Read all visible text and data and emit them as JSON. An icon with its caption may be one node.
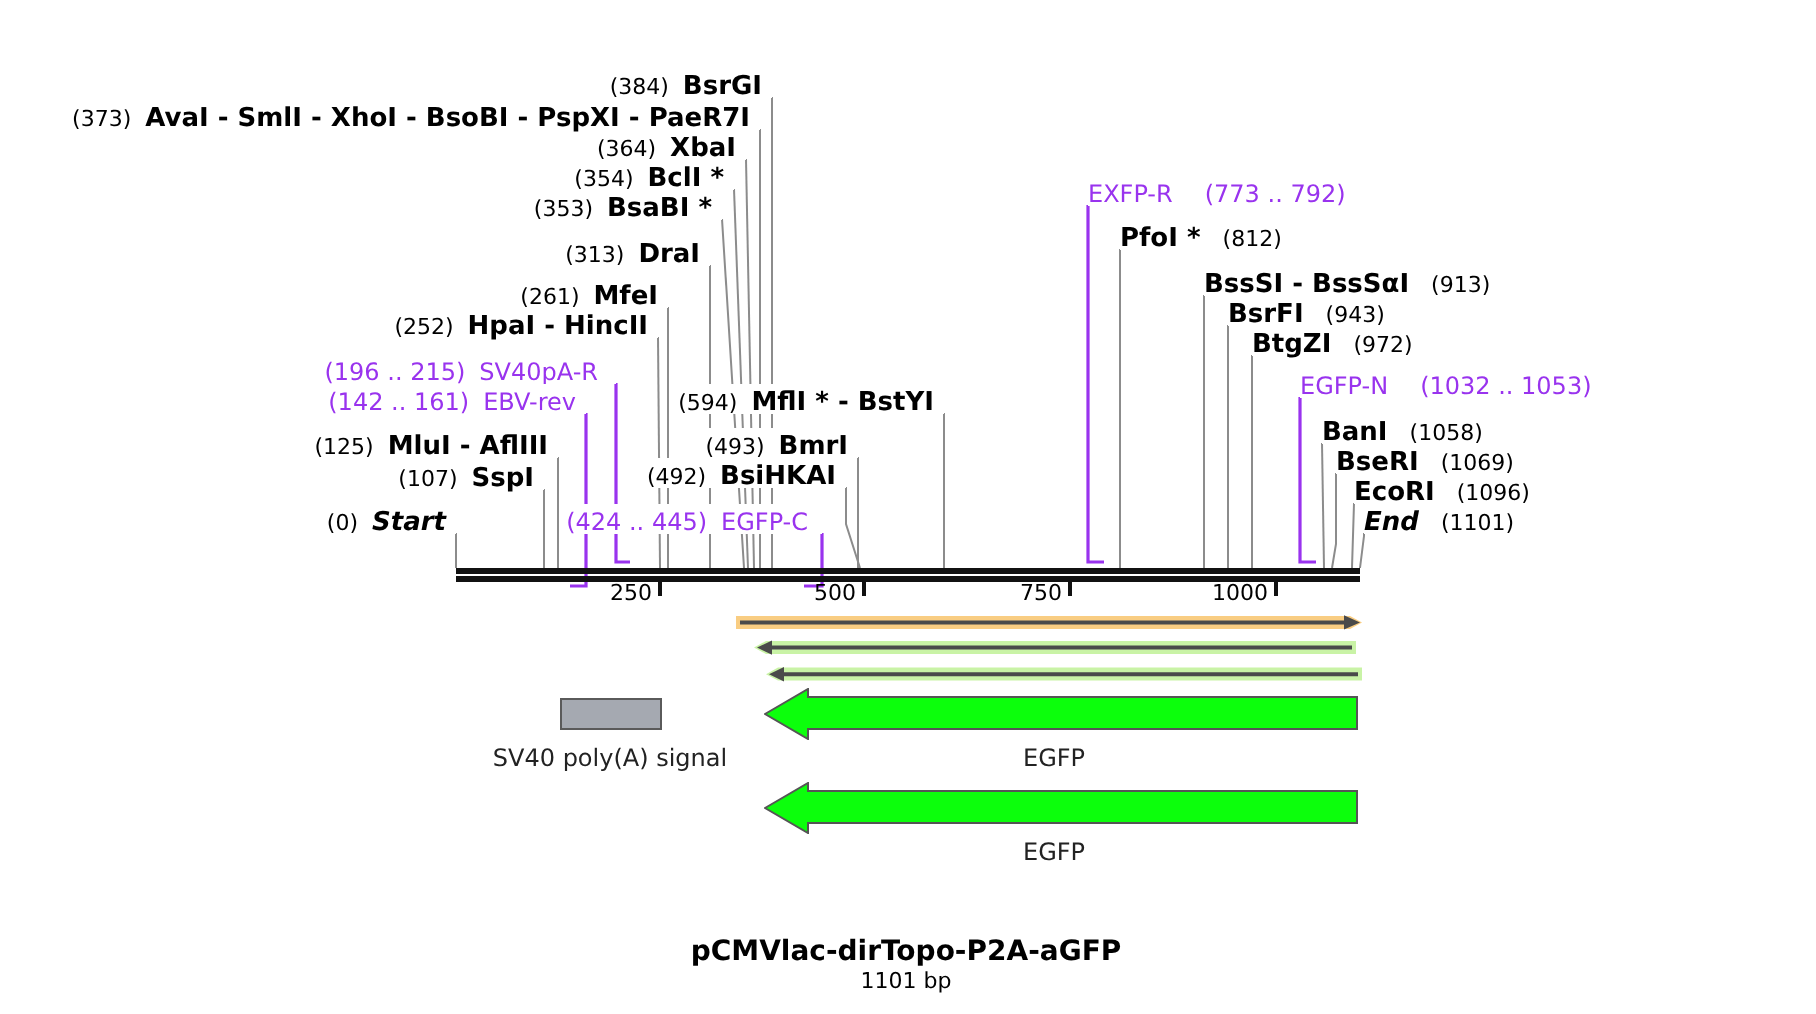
{
  "diagram": {
    "title": "pCMVlac-dirTopo-P2A-aGFP",
    "nodes": [
      {
        "text": [
          "(384)",
          "BsrGI"
        ]
      },
      {
        "text": [
          "(373)",
          "AvaI - SmlI - XhoI - BsoBI - PspXI - PaeR7I"
        ]
      },
      {
        "text": [
          "(364)",
          "XbaI"
        ]
      },
      {
        "text": [
          "(354)",
          "BclI *"
        ]
      },
      {
        "text": [
          "EXFP-R",
          "(773 .. 792)"
        ]
      },
      {
        "text": [
          "(353)",
          "BsaBI *"
        ]
      },
      {
        "text": [
          "PfoI *",
          "(812)"
        ]
      },
      {
        "text": [
          "(313)",
          "DraI"
        ]
      },
      {
        "text": [
          "BssSI - BssSαI",
          "(913)"
        ]
      },
      {
        "text": [
          "(261)",
          "MfeI"
        ]
      },
      {
        "text": [
          "BsrFI",
          "(943)"
        ]
      },
      {
        "text": [
          "(252)",
          "HpaI - HincII"
        ]
      },
      {
        "text": [
          "BtgZI",
          "(972)"
        ]
      },
      {
        "text": [
          "(196 .. 215)",
          "SV40pA-R"
        ]
      },
      {
        "text": [
          "EGFP-N",
          "(1032 .. 1053)"
        ]
      },
      {
        "text": [
          "(142 .. 161)",
          "EBV-rev"
        ]
      },
      {
        "text": [
          "(594)",
          "MflI * - BstYI"
        ]
      },
      {
        "text": [
          "BanI",
          "(1058)"
        ]
      },
      {
        "text": [
          "(125)",
          "MluI - AflIII"
        ]
      },
      {
        "text": [
          "(493)",
          "BmrI"
        ]
      },
      {
        "text": [
          "BseRI",
          "(1069)"
        ]
      },
      {
        "text": [
          "(492)",
          "BsiHKAI"
        ]
      },
      {
        "text": [
          "(107)",
          "SspI"
        ]
      },
      {
        "text": [
          "EcoRI",
          "(1096)"
        ]
      },
      {
        "text": [
          "(0)",
          "Start"
        ]
      },
      {
        "text": [
          "(424 .. 445)",
          "EGFP-C"
        ]
      },
      {
        "text": [
          "End",
          "(1101)"
        ]
      },
      {
        "text": [],
        "shape": "bar"
      },
      {
        "text": [
          "SV40 poly(A) signal"
        ]
      },
      {
        "text": [
          "EGFP"
        ]
      },
      {
        "text": [
          "EGFP"
        ]
      }
    ],
    "edges": [
      {
        "from": 0,
        "to": 27,
        "arrow": "none"
      },
      {
        "from": 1,
        "to": 27,
        "arrow": "none"
      },
      {
        "from": 2,
        "to": 27,
        "arrow": "none"
      },
      {
        "from": 3,
        "to": 27,
        "arrow": "none"
      },
      {
        "from": 4,
        "to": 27,
        "arrow": "none",
        "color": "#9933ee"
      },
      {
        "from": 5,
        "to": 27,
        "arrow": "none"
      },
      {
        "from": 6,
        "to": 27,
        "arrow": "none"
      },
      {
        "from": 7,
        "to": 27,
        "arrow": "none"
      },
      {
        "from": 8,
        "to": 27,
        "arrow": "none"
      },
      {
        "from": 9,
        "to": 27,
        "arrow": "none"
      },
      {
        "from": 10,
        "to": 27,
        "arrow": "none"
      },
      {
        "from": 11,
        "to": 27,
        "arrow": "none"
      },
      {
        "from": 12,
        "to": 27,
        "arrow": "none"
      },
      {
        "from": 13,
        "to": 27,
        "arrow": "none",
        "color": "#9933ee"
      },
      {
        "from": 14,
        "to": 27,
        "arrow": "none",
        "color": "#9933ee"
      },
      {
        "from": 15,
        "to": 27,
        "arrow": "none",
        "color": "#9933ee"
      },
      {
        "from": 16,
        "to": 27,
        "arrow": "none"
      },
      {
        "from": 17,
        "to": 27,
        "arrow": "none"
      },
      {
        "from": 18,
        "to": 27,
        "arrow": "none"
      },
      {
        "from": 19,
        "to": 27,
        "arrow": "none"
      },
      {
        "from": 20,
        "to": 27,
        "arrow": "none"
      },
      {
        "from": 21,
        "to": 27,
        "arrow": "none"
      },
      {
        "from": 22,
        "to": 27,
        "arrow": "none"
      },
      {
        "from": 23,
        "to": 27,
        "arrow": "none"
      },
      {
        "from": 24,
        "to": 27,
        "arrow": "none"
      },
      {
        "from": 25,
        "to": 27,
        "arrow": "none",
        "color": "#9933ee"
      },
      {
        "from": 26,
        "to": 27,
        "arrow": "none"
      }
    ],
    "labels": [
      "250",
      "500",
      "750",
      "1000",
      "1101 bp"
    ]
  }
}
